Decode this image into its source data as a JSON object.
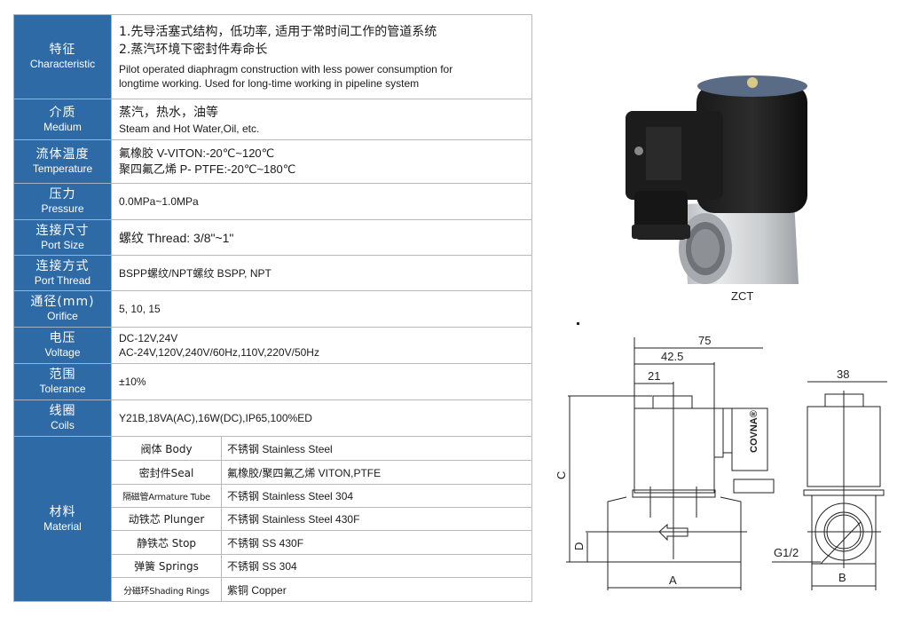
{
  "spec_table": {
    "rows": [
      {
        "label_zh": "特征",
        "label_en": "Characteristic",
        "value_lines_zh": [
          "1.先导活塞式结构，低功率, 适用于常时间工作的管道系统",
          "2.蒸汽环境下密封件寿命长"
        ],
        "value_lines_en": [
          "Pilot operated diaphragm construction with less power consumption for",
          "longtime working. Used for long-time working in pipeline system"
        ]
      },
      {
        "label_zh": "介质",
        "label_en": "Medium",
        "value_lines_zh": [
          "蒸汽，热水，油等"
        ],
        "value_lines_en": [
          "Steam and Hot Water,Oil, etc."
        ]
      },
      {
        "label_zh": "流体温度",
        "label_en": "Temperature",
        "value_lines": [
          "氟橡胶 V-VITON:-20℃~120℃",
          "聚四氟乙烯 P- PTFE:-20℃~180℃"
        ]
      },
      {
        "label_zh": "压力",
        "label_en": "Pressure",
        "value": "0.0MPa~1.0MPa"
      },
      {
        "label_zh": "连接尺寸",
        "label_en": "Port Size",
        "value": "螺纹 Thread: 3/8\"~1\""
      },
      {
        "label_zh": "连接方式",
        "label_en": "Port Thread",
        "value": "BSPP螺纹/NPT螺纹 BSPP, NPT"
      },
      {
        "label_zh": "通径(mm)",
        "label_en": "Orifice",
        "value": "5, 10, 15"
      },
      {
        "label_zh": "电压",
        "label_en": "Voltage",
        "value_lines": [
          "DC-12V,24V",
          "AC-24V,120V,240V/60Hz,110V,220V/50Hz"
        ]
      },
      {
        "label_zh": "范围",
        "label_en": "Tolerance",
        "value": "±10%"
      },
      {
        "label_zh": "线圈",
        "label_en": "Coils",
        "value": "Y21B,18VA(AC),16W(DC),IP65,100%ED"
      }
    ],
    "material": {
      "label_zh": "材料",
      "label_en": "Material",
      "parts": [
        {
          "part": "阀体 Body",
          "material": "不锈钢  Stainless Steel"
        },
        {
          "part": "密封件Seal",
          "material": "氟橡胶/聚四氟乙烯  VITON,PTFE"
        },
        {
          "part": "隔磁管Armature Tube",
          "material": "不锈钢 Stainless Steel 304"
        },
        {
          "part": "动铁芯 Plunger",
          "material": "不锈钢 Stainless Steel 430F"
        },
        {
          "part": "静铁芯 Stop",
          "material": "不锈钢 SS 430F"
        },
        {
          "part": "弹簧 Springs",
          "material": "不锈钢 SS 304"
        },
        {
          "part": "分磁环Shading Rings",
          "material": "紫铜 Copper"
        }
      ]
    }
  },
  "product": {
    "model": "ZCT",
    "image_icon": "solenoid-valve-photo"
  },
  "drawing": {
    "dim_total_width": "75",
    "dim_coil_offset": "42.5",
    "dim_center": "21",
    "dim_side_width": "38",
    "label_height": "C",
    "label_center_height": "D",
    "label_body_length": "A",
    "label_body_width": "B",
    "label_thread": "G1/2",
    "brand": "COVNA®"
  },
  "colors": {
    "label_bg": "#2e6aa6",
    "label_text": "#ffffff",
    "border": "#b9b9b9"
  }
}
